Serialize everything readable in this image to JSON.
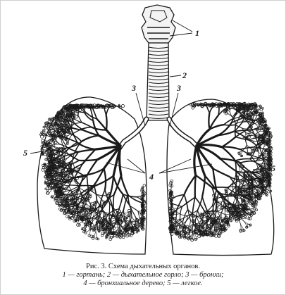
{
  "labels": {
    "larynx_num": "1",
    "trachea_num": "2",
    "bronchus_num_left": "3",
    "bronchus_num_right": "3",
    "tree_num": "4",
    "lung_num_left": "5",
    "lung_num_right": "5"
  },
  "caption": {
    "title": "Рис. 3. Схема дыхательных органов.",
    "line2": "1 — гортань; 2 — дыхательное горло; 3 — бронхи;",
    "line3": "4 — бронхиальное дерево; 5 — легкое."
  },
  "colors": {
    "ink": "#1a1a1a",
    "paper": "#ffffff"
  }
}
